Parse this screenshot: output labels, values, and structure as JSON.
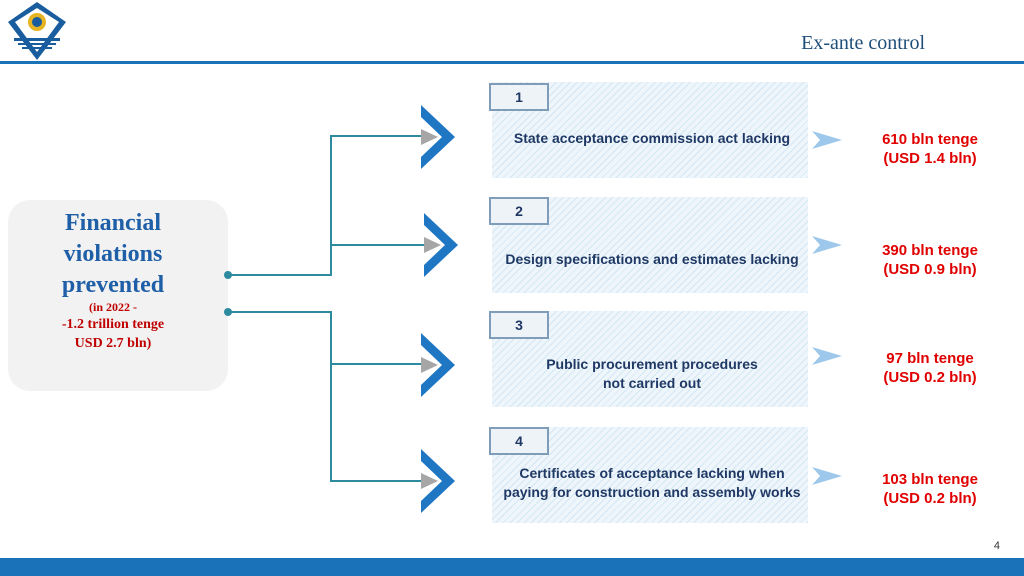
{
  "header": {
    "title": "Ex-ante control",
    "page_number": "4"
  },
  "logo": {
    "icon": "emblem-icon"
  },
  "source": {
    "title": "Financial\nviolations\nprevented",
    "line1": "(in 2022 -",
    "line2": "-1.2 trillion tenge",
    "line3": "USD 2.7 bln)"
  },
  "items": [
    {
      "number": "1",
      "text": "State acceptance commission act lacking",
      "amount": "610 bln tenge\n(USD 1.4 bln)"
    },
    {
      "number": "2",
      "text": "Design specifications and estimates lacking",
      "amount": "390 bln tenge\n(USD 0.9 bln)"
    },
    {
      "number": "3",
      "text": "Public procurement procedures\nnot carried out",
      "amount": "97 bln tenge\n(USD 0.2 bln)"
    },
    {
      "number": "4",
      "text": "Certificates of acceptance lacking when\npaying for construction and assembly works",
      "amount": "103 bln tenge\n(USD 0.2 bln)"
    }
  ],
  "colors": {
    "accent": "#1a73b8",
    "title": "#1f5fa8",
    "amount": "#e00000",
    "connector": "#2e8a9e"
  }
}
